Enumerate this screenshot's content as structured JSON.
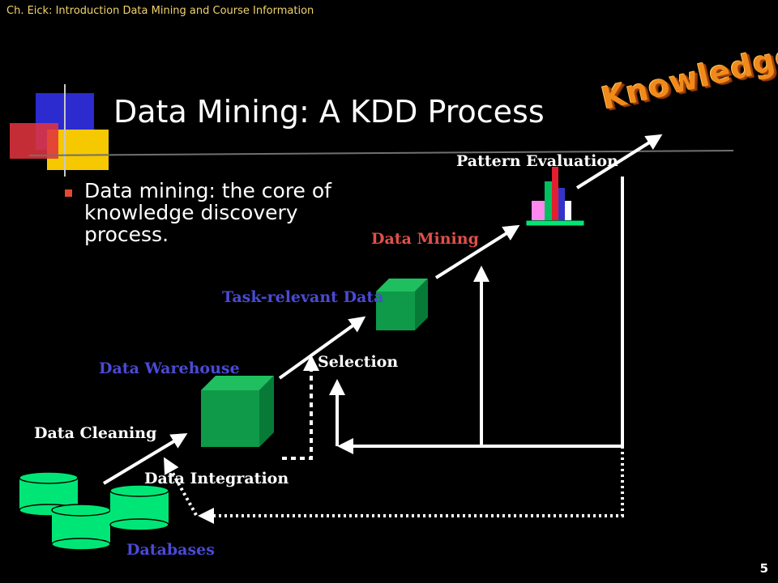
{
  "header": {
    "course": "Ch. Eick: Introduction Data Mining and Course Information",
    "page_number": "5"
  },
  "slide": {
    "title": "Data Mining: A KDD Process",
    "knowledge": "Knowledge",
    "bullet": "Data mining: the core of knowledge discovery process."
  },
  "labels": {
    "pattern_evaluation": "Pattern Evaluation",
    "data_mining": "Data Mining",
    "task_relevant_data": "Task-relevant Data",
    "selection": "Selection",
    "data_warehouse": "Data Warehouse",
    "data_cleaning": "Data Cleaning",
    "data_integration": "Data Integration",
    "databases": "Databases"
  },
  "colors": {
    "header_text": "#f2d36b",
    "label_blue": "#4a4ad6",
    "label_red": "#e0504a",
    "cube_green": "#0e9a48",
    "db_green": "#00e676",
    "knowledge_orange": "#f08a1a",
    "bullet_red": "#e24a2f"
  }
}
